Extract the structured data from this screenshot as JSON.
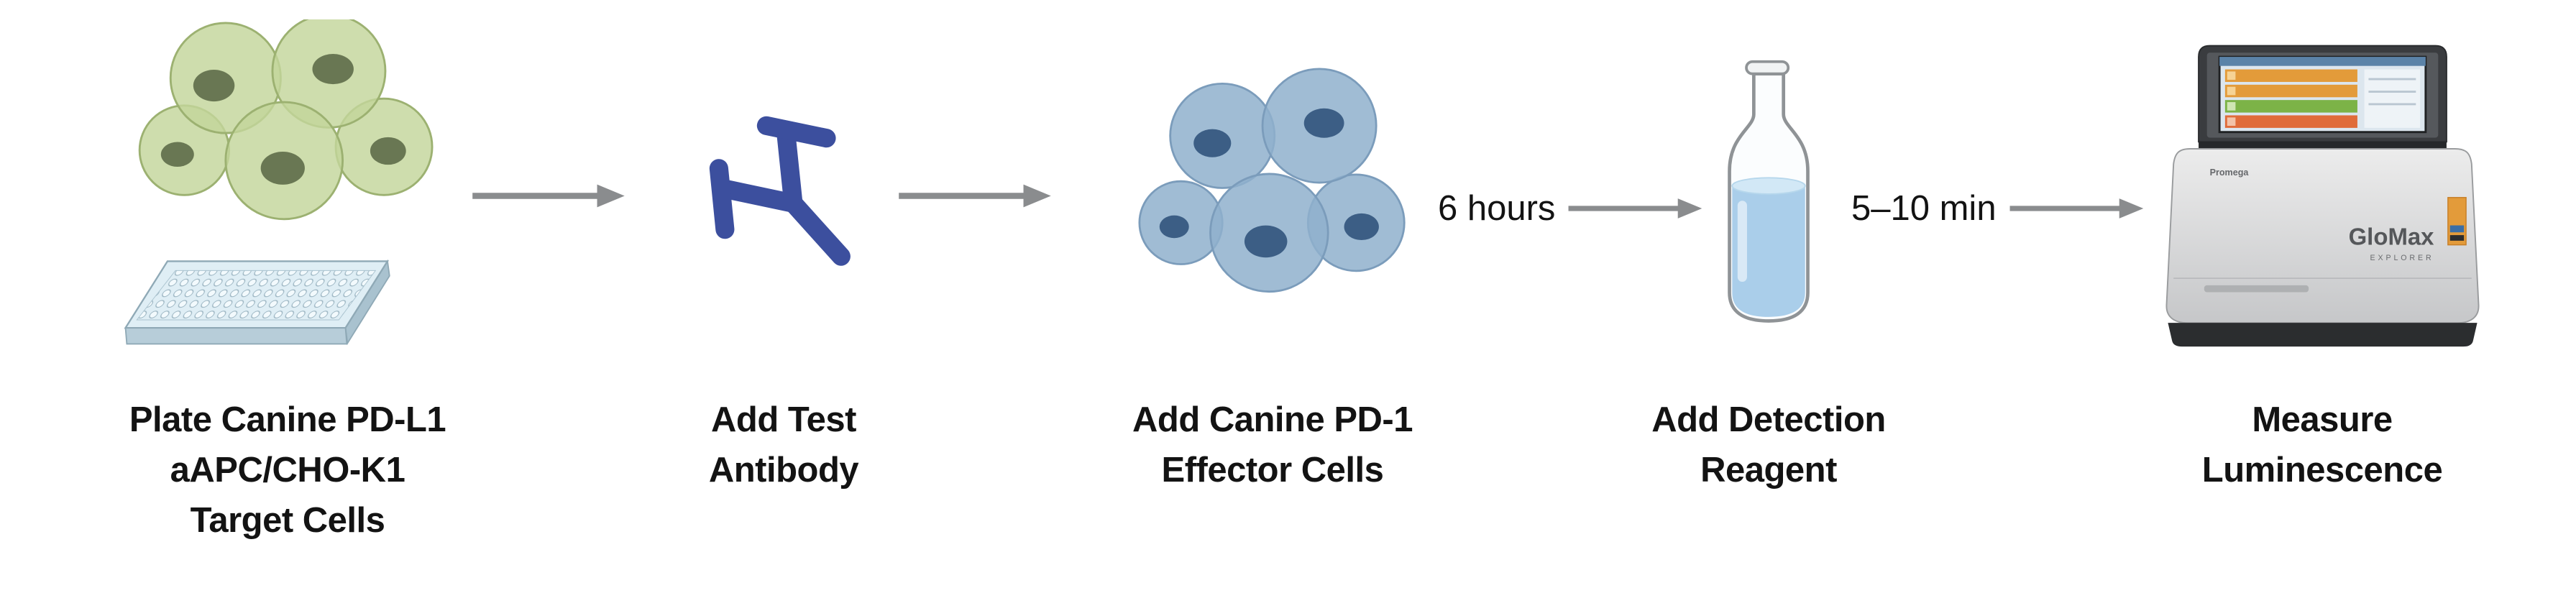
{
  "diagram": {
    "steps": [
      {
        "name": "plate-target-cells",
        "icon": "target-cells-and-plate-icon",
        "label_lines": [
          "Plate Canine PD-L1",
          "aAPC/CHO-K1",
          "Target Cells"
        ]
      },
      {
        "name": "add-test-antibody",
        "icon": "antibody-icon",
        "label_lines": [
          "Add Test",
          "Antibody"
        ]
      },
      {
        "name": "add-effector-cells",
        "icon": "effector-cells-icon",
        "label_lines": [
          "Add Canine PD-1",
          "Effector Cells"
        ]
      },
      {
        "name": "add-detection-reagent",
        "icon": "reagent-bottle-icon",
        "label_lines": [
          "Add Detection",
          "Reagent"
        ]
      },
      {
        "name": "measure-luminescence",
        "icon": "luminometer-icon",
        "label_lines": [
          "Measure",
          "Luminescence"
        ]
      }
    ],
    "connectors": [
      {
        "label": ""
      },
      {
        "label": ""
      },
      {
        "label": "6 hours"
      },
      {
        "label": "5–10 min"
      }
    ],
    "instrument": {
      "brand": "GloMax",
      "model": "EXPLORER",
      "maker": "Promega"
    },
    "colors": {
      "arrow": "#8a8c8e",
      "text": "#131313",
      "target_cell_fill": "#c3d69b",
      "target_cell_nucleus": "#5e6b49",
      "antibody_blue": "#3c4f9e",
      "effector_cell_fill": "#8fb0cd",
      "effector_cell_nucleus": "#33567e",
      "reagent_liquid": "#aaceea"
    }
  }
}
